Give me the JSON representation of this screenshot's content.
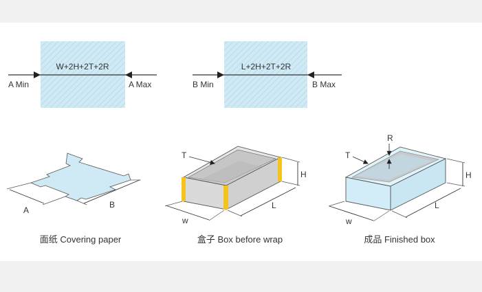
{
  "colors": {
    "paper": "#cfe9f5",
    "hatch": "#b9dbe9",
    "outline": "#333333",
    "box_outer": "#dcdcdc",
    "box_inner": "#c4c4c4",
    "finished_outer": "#d7eef8",
    "finished_inner": "#c5c5c5",
    "edge_yellow": "#f4c41c"
  },
  "formulas": {
    "left": {
      "formula": "W+2H+2T+2R",
      "min_label": "A Min",
      "max_label": "A Max"
    },
    "right": {
      "formula": "L+2H+2T+2R",
      "min_label": "B Min",
      "max_label": "B Max"
    }
  },
  "covering_paper": {
    "dim_a": "A",
    "dim_b": "B",
    "caption": "面纸 Covering paper"
  },
  "box_before_wrap": {
    "label_t": "T",
    "label_h": "H",
    "label_l": "L",
    "label_w": "w",
    "caption": "盒子 Box before wrap"
  },
  "finished_box": {
    "label_r": "R",
    "label_t": "T",
    "label_h": "H",
    "label_l": "L",
    "label_w": "w",
    "caption": "成品 Finished box"
  }
}
